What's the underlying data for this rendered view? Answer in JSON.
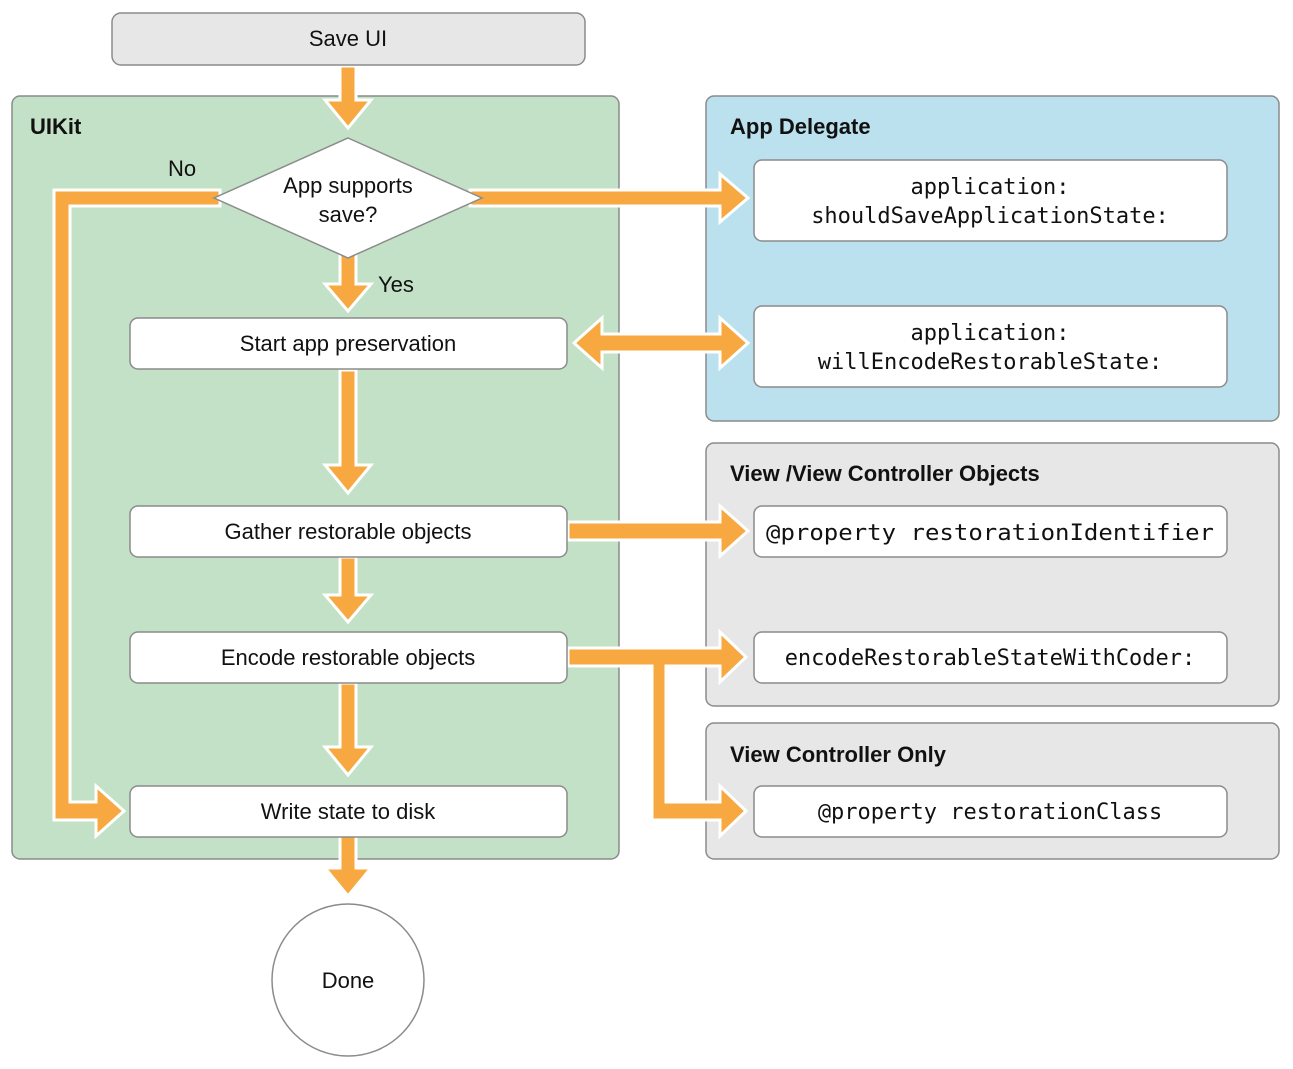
{
  "colors": {
    "arrow": "#f7a840",
    "arrow_outline": "#ffffff",
    "uikit_fill": "#c3e1c7",
    "app_delegate_fill": "#bbe0ee",
    "gray_group_fill": "#e6e7e6",
    "group_border": "#8b8b8b",
    "node_fill": "#ffffff",
    "start_fill": "#e6e7e6"
  },
  "start": {
    "label": "Save UI"
  },
  "groups": {
    "uikit": {
      "title": "UIKit"
    },
    "app_delegate": {
      "title": "App Delegate"
    },
    "view_objects": {
      "title": "View /View Controller Objects"
    },
    "view_controller_only": {
      "title": "View Controller Only"
    }
  },
  "decision": {
    "line1": "App supports",
    "line2": "save?",
    "no_label": "No",
    "yes_label": "Yes"
  },
  "steps": {
    "start_preservation": "Start app preservation",
    "gather": "Gather restorable objects",
    "encode": "Encode restorable objects",
    "write": "Write state to disk"
  },
  "end": {
    "label": "Done"
  },
  "methods": {
    "should_save": {
      "line1": "application:",
      "line2": "shouldSaveApplicationState:"
    },
    "will_encode": {
      "line1": "application:",
      "line2": "willEncodeRestorableState:"
    },
    "restoration_identifier": "@property restorationIdentifier",
    "encode_with_coder": "encodeRestorableStateWithCoder:",
    "restoration_class": "@property restorationClass"
  }
}
